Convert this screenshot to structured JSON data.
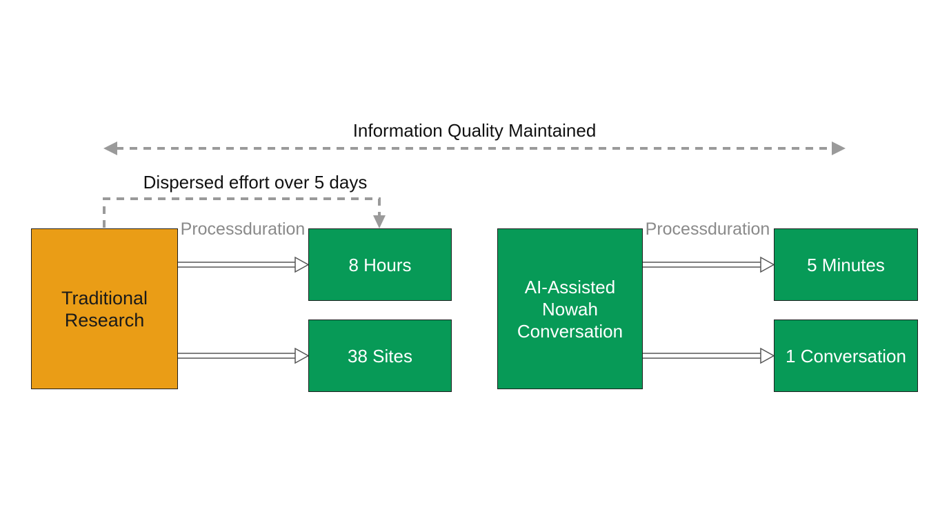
{
  "diagram": {
    "quality_span_label": "Information Quality Maintained",
    "effort_label": "Dispersed effort over 5 days",
    "traditional": {
      "source_label": "Traditional\nResearch",
      "arrow_label": "Process\nduration",
      "time_result": "8 Hours",
      "scope_result": "38 Sites"
    },
    "ai": {
      "source_label": "AI-Assisted\nNowah\nConversation",
      "arrow_label": "Process\nduration",
      "time_result": "5 Minutes",
      "scope_result": "1 Conversation"
    }
  },
  "colors": {
    "traditional_box": "#ea9d16",
    "result_box": "#079a57",
    "dashed_connector": "#9a9a9a",
    "process_label": "#8a8a8a"
  }
}
